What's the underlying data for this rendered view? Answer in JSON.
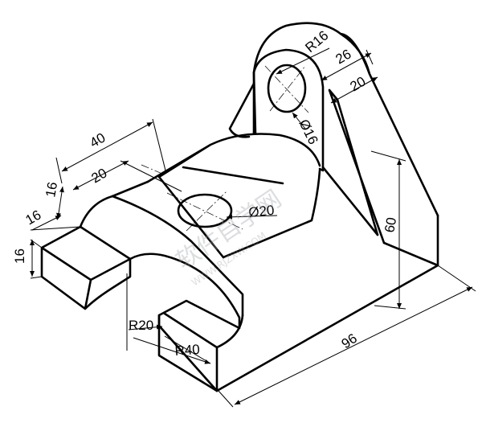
{
  "dimensions": {
    "r16": "R16",
    "d26": "26",
    "d20_right": "20",
    "phi16": "Ø16",
    "d40": "40",
    "d20_top": "20",
    "d16_a": "16",
    "d16_b": "16",
    "d16_c": "16",
    "phi20": "Ø20",
    "d60": "60",
    "r20": "R20",
    "r40": "R40",
    "d96": "96"
  },
  "watermark": {
    "text": "软件自学网",
    "url": "WWW.RJZXW.COM"
  },
  "colors": {
    "line": "#000000",
    "background": "#ffffff",
    "watermark": "#9aa0a6"
  }
}
